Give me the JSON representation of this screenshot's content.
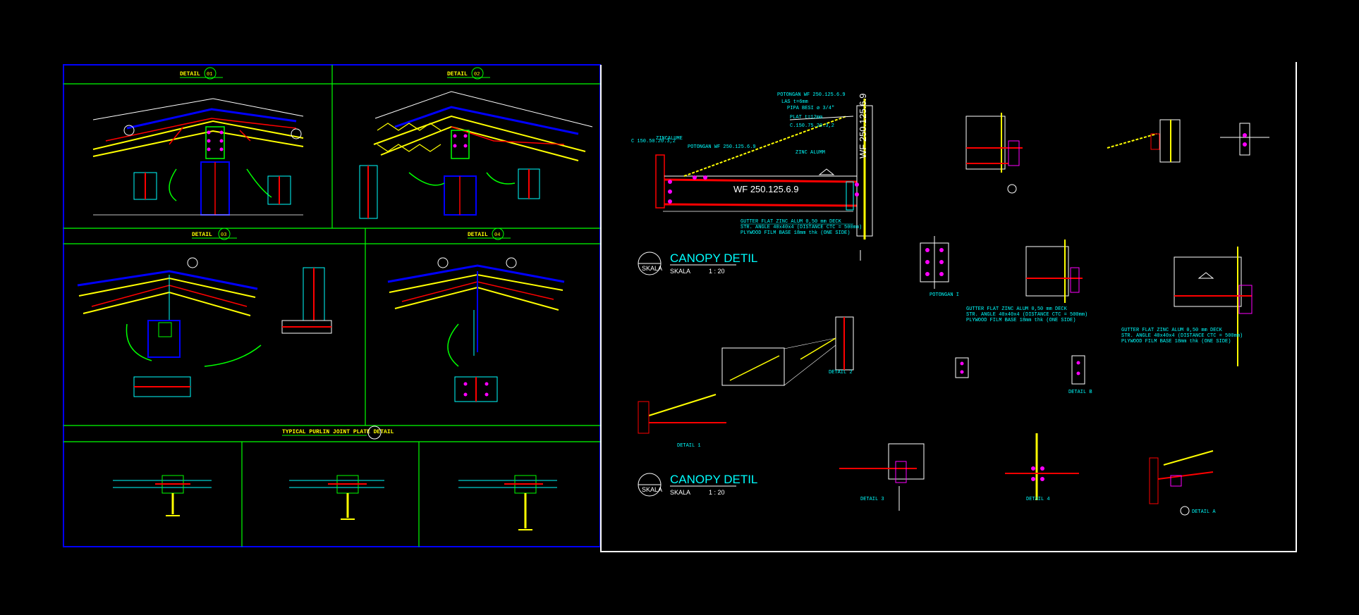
{
  "colors": {
    "background": "#000000",
    "sheet_left_frame": "#0000ff",
    "grid_lines": "#00ff00",
    "sheet_right_frame": "#ffffff",
    "rafter": "#ffff00",
    "steel_red": "#ff0000",
    "annotation": "#00ffff",
    "bolt": "#ff00ff"
  },
  "left_sheet": {
    "details": [
      {
        "title": "DETAIL",
        "tag": "01"
      },
      {
        "title": "DETAIL",
        "tag": "02"
      },
      {
        "title": "DETAIL",
        "tag": "03"
      },
      {
        "title": "DETAIL",
        "tag": "04"
      }
    ],
    "purlin_title": "TYPICAL PURLIN JOINT PLATE DETAIL"
  },
  "right_sheet": {
    "canopy_title_1": "CANOPY DETIL",
    "canopy_title_2": "CANOPY DETIL",
    "skala_label": "SKALA",
    "skala_ratio": "1 : 20",
    "scale_circle_label": "SKALA",
    "wf_main": "WF 250.125.6.9",
    "wf_column": "WF 250.125.6.9",
    "notes": {
      "pot_wf": "POTONGAN WF 250.125.6.9",
      "las": "LAS t=6mm",
      "pipa": "PIPA BESI ø 3/4\"",
      "plat": "PLAT t=12mm",
      "c_channel": "C.150.75.20.3,2",
      "zinc": "ZINC ALUMM",
      "c_small": "C 150.50.20.3,2",
      "zincalume": "ZINCALUME",
      "pot_wf_small": "POTONGAN WF 250.125.6.9",
      "gutter_1": "GUTTER FLAT ZINC ALUM 0,50 mm DECK",
      "gutter_2": "STR. ANGLE 40x40x4 (DISTANCE CTC = 500mm)",
      "gutter_3": "PLYWOOD FILM BASE 18mm thk (ONE SIDE)"
    },
    "detail_labels": {
      "detail_1": "DETAIL 1",
      "detail_2": "DETAIL 2",
      "detail_3": "DETAIL 3",
      "detail_4": "DETAIL 4",
      "detail_a": "DETAIL A",
      "detail_b": "DETAIL B",
      "potongan": "POTONGAN I"
    }
  }
}
